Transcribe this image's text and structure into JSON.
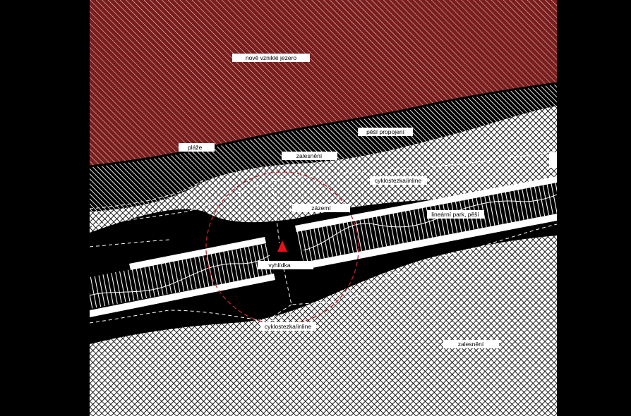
{
  "labels": {
    "lake": "nově vzniklé jezero",
    "footpath": "pěší propojení",
    "beaches": "pláže",
    "forestation_top": "zalesnění",
    "cyclepath_top": "cyklostezka/inline",
    "backyard": "zázemí",
    "linear_park": "lineární park, pěší",
    "lookout": "vyhlídka",
    "cyclepath_bottom": "cyklostezka/inline",
    "forestation_bottom": "zalesnění"
  },
  "legend": {
    "lake_color": "#7a1d1d",
    "lookout_marker_color": "#e8101a",
    "lookout_circle_color": "#c4202a",
    "hatch_color": "#ffffff"
  }
}
